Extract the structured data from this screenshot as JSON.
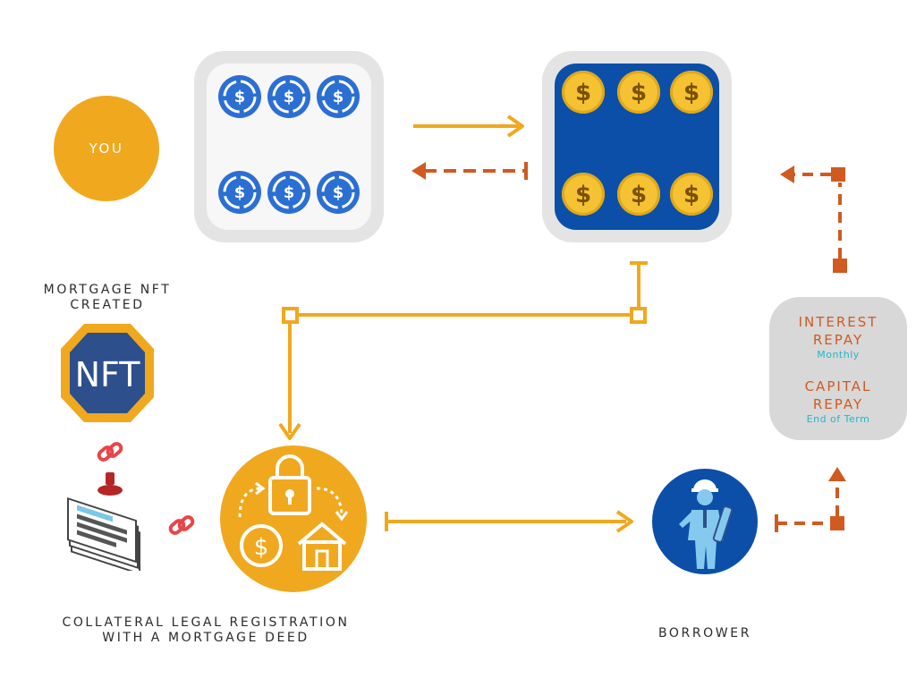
{
  "you": {
    "label": "YOU"
  },
  "nft": {
    "caption_line1": "MORTGAGE NFT",
    "caption_line2": "CREATED",
    "badge_text": "NFT"
  },
  "collateral": {
    "caption_line1": "COLLATERAL LEGAL REGISTRATION",
    "caption_line2": "WITH A MORTGAGE DEED"
  },
  "borrower": {
    "caption": "BORROWER"
  },
  "repayment": {
    "interest_line1": "INTEREST",
    "interest_line2": "REPAY",
    "interest_sub": "Monthly",
    "capital_line1": "CAPITAL",
    "capital_line2": "REPAY",
    "capital_sub": "End of Term"
  },
  "pools": {
    "stablecoin_pool": {
      "icon": "usdc-coin-icon",
      "coin_count": 6,
      "color": "#2b6fd3"
    },
    "fiat_pool": {
      "icon": "dollar-coin-icon",
      "coin_count": 6,
      "color": "#f4c233"
    }
  },
  "colors": {
    "yellow": "#f0a81e",
    "orange": "#d05a20",
    "blue": "#0b4fa8",
    "grey": "#e4e4e4"
  }
}
